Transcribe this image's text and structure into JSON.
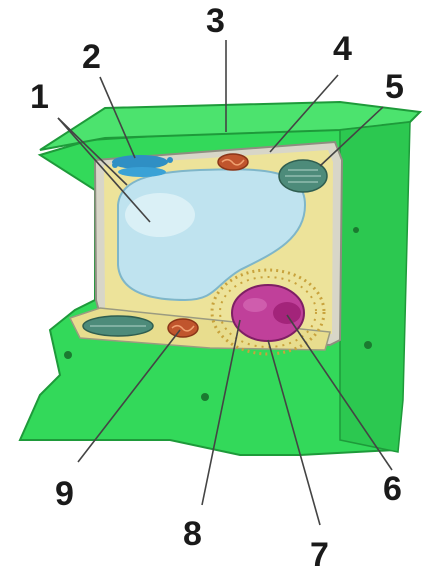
{
  "labels": [
    {
      "id": "1",
      "text": "1"
    },
    {
      "id": "2",
      "text": "2"
    },
    {
      "id": "3",
      "text": "3"
    },
    {
      "id": "4",
      "text": "4"
    },
    {
      "id": "5",
      "text": "5"
    },
    {
      "id": "6",
      "text": "6"
    },
    {
      "id": "7",
      "text": "7"
    },
    {
      "id": "8",
      "text": "8"
    },
    {
      "id": "9",
      "text": "9"
    }
  ],
  "colors": {
    "cell_wall": "#33d95a",
    "cell_wall_dark": "#1e9a3a",
    "cytoplasm": "#ede39a",
    "vacuole": "#bfe3ef",
    "nucleus": "#c0409a",
    "nucleolus": "#a3247a",
    "chloroplast": "#4d8b7a",
    "mitochondrion": "#c0552d",
    "golgi": "#2f8fc4"
  }
}
